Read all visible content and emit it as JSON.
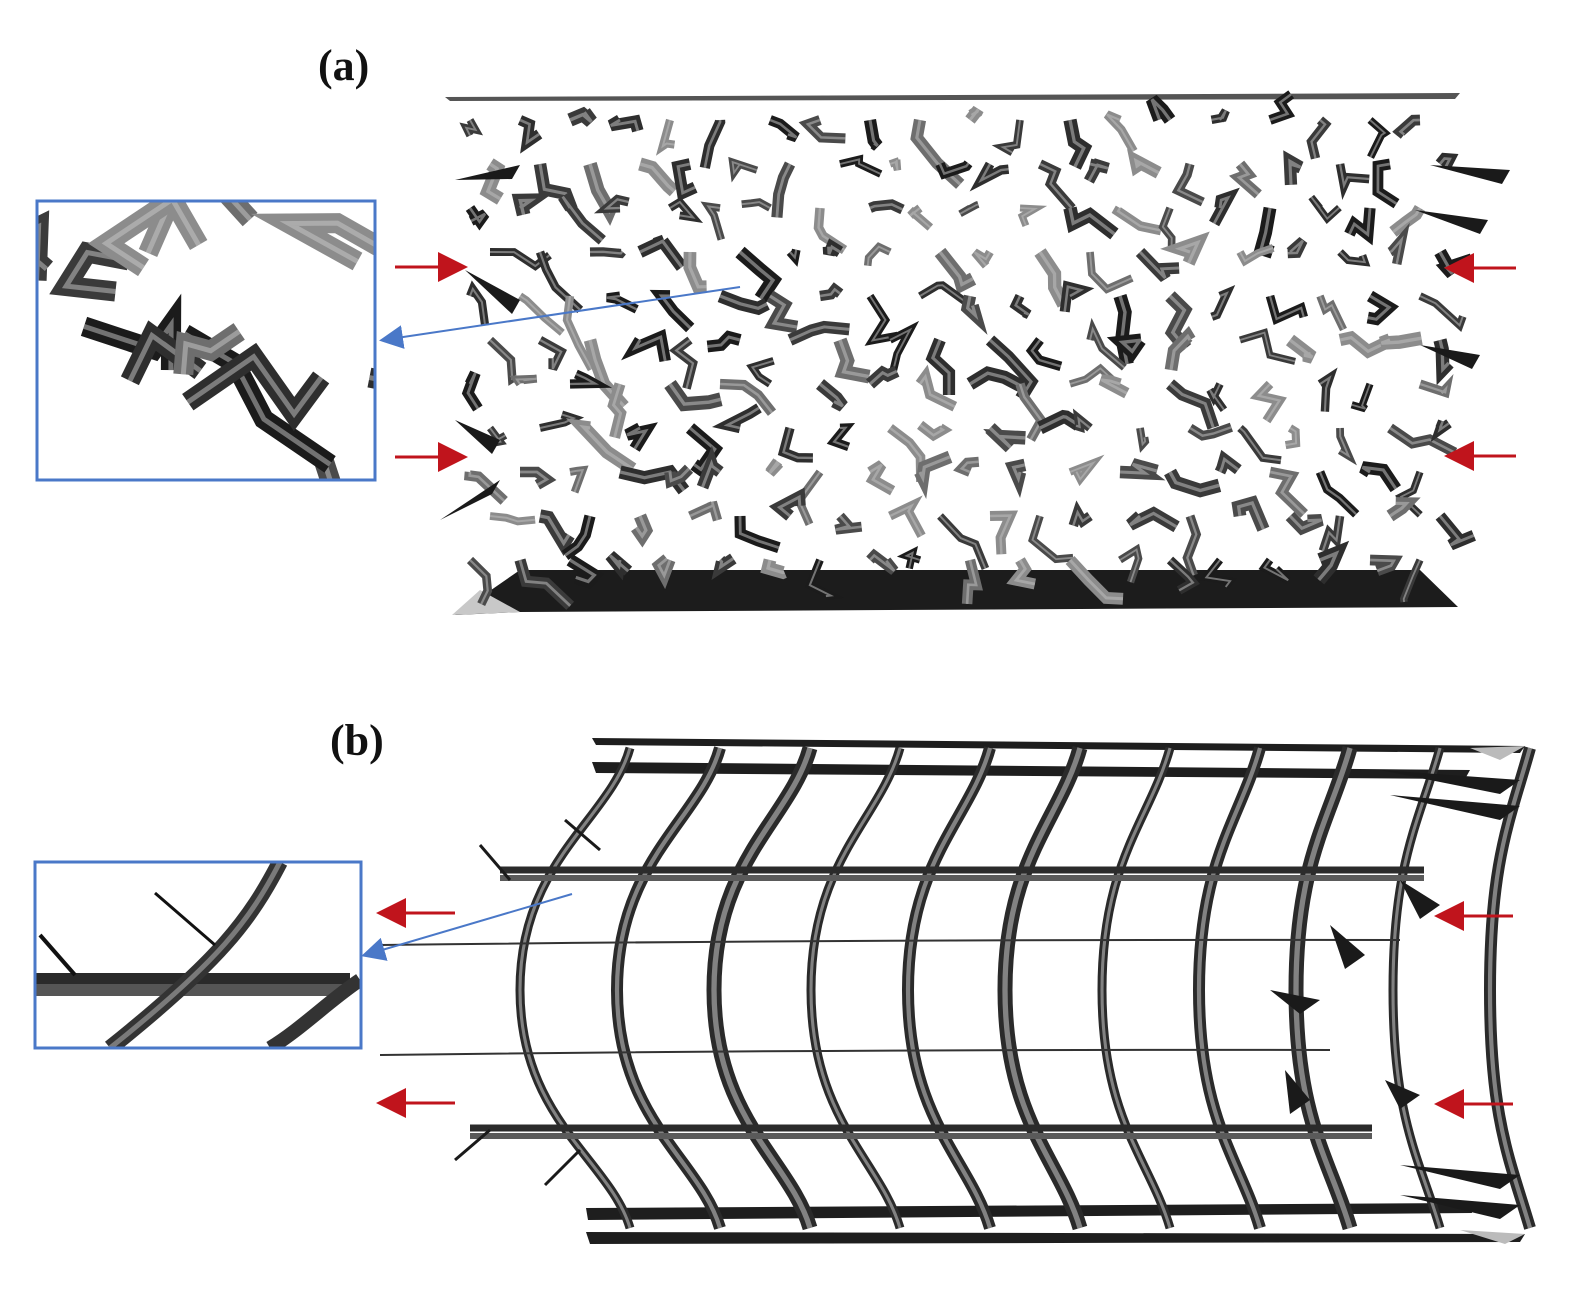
{
  "panels": [
    {
      "id": "a",
      "label": "(a)"
    },
    {
      "id": "b",
      "label": "(b)"
    }
  ],
  "colors": {
    "ribbon_dark": "#1b1b1b",
    "ribbon_mid": "#6e6e6e",
    "ribbon_light": "#b8b8b8",
    "inset_frame": "#4a78c8",
    "callout_arrow": "#4a78c8",
    "load_arrow": "#c0141c"
  },
  "icons": [
    "load-arrow-icon",
    "callout-arrow-icon"
  ]
}
